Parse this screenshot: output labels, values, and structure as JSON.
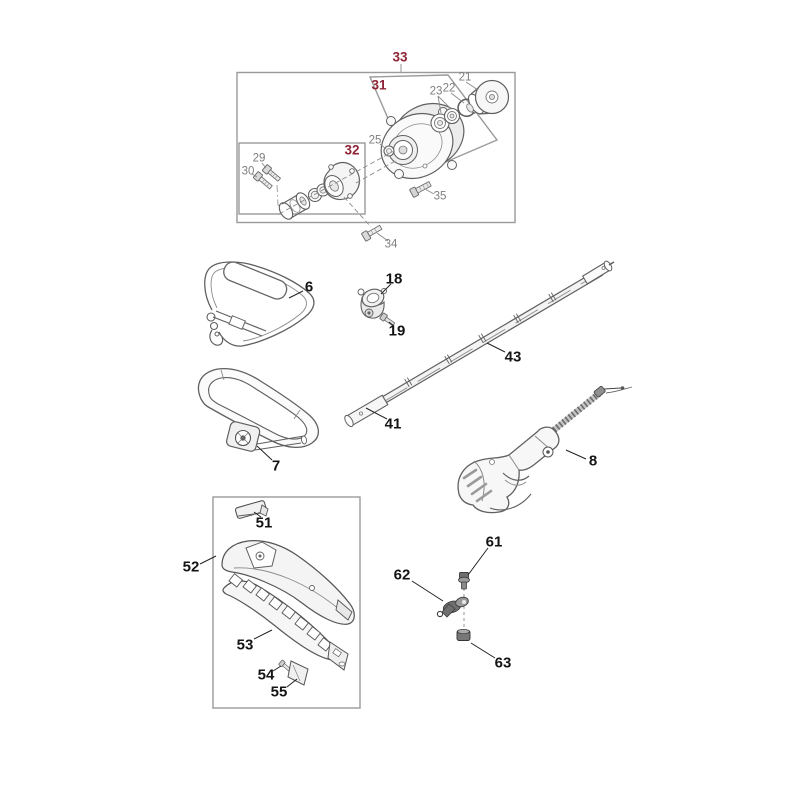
{
  "page": {
    "background": "#ffffff",
    "description_text": ""
  },
  "colors": {
    "assembly_label": "#8e2436",
    "hardware_label": "#7e7e7e",
    "part_label": "#141414",
    "line_art": "#606060",
    "box_border": "#9a9a9a"
  },
  "labels": {
    "p33": {
      "text": "33",
      "kind": "assembly"
    },
    "p31": {
      "text": "31",
      "kind": "assembly"
    },
    "p32": {
      "text": "32",
      "kind": "assembly"
    },
    "p21": {
      "text": "21",
      "kind": "hardware"
    },
    "p22": {
      "text": "22",
      "kind": "hardware"
    },
    "p23": {
      "text": "23",
      "kind": "hardware"
    },
    "p25": {
      "text": "25",
      "kind": "hardware"
    },
    "p29": {
      "text": "29",
      "kind": "hardware"
    },
    "p30": {
      "text": "30",
      "kind": "hardware"
    },
    "p34": {
      "text": "34",
      "kind": "hardware"
    },
    "p35": {
      "text": "35",
      "kind": "hardware"
    },
    "p6": {
      "text": "6",
      "kind": "part"
    },
    "p18": {
      "text": "18",
      "kind": "part"
    },
    "p19": {
      "text": "19",
      "kind": "part"
    },
    "p43": {
      "text": "43",
      "kind": "part"
    },
    "p41": {
      "text": "41",
      "kind": "part"
    },
    "p7": {
      "text": "7",
      "kind": "part"
    },
    "p8": {
      "text": "8",
      "kind": "part"
    },
    "p51": {
      "text": "51",
      "kind": "part"
    },
    "p52": {
      "text": "52",
      "kind": "part"
    },
    "p53": {
      "text": "53",
      "kind": "part"
    },
    "p54": {
      "text": "54",
      "kind": "part"
    },
    "p55": {
      "text": "55",
      "kind": "part"
    },
    "p61": {
      "text": "61",
      "kind": "part"
    },
    "p62": {
      "text": "62",
      "kind": "part"
    },
    "p63": {
      "text": "63",
      "kind": "part"
    }
  }
}
